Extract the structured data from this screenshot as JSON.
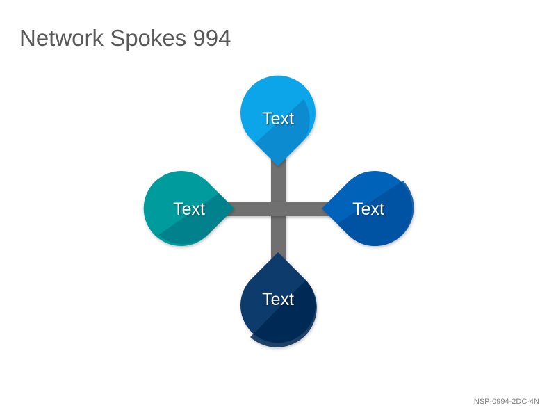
{
  "title": "Network Spokes 994",
  "code": "NSP-0994-2DC-4N",
  "nodes": {
    "top": {
      "label": "Text",
      "color_light": "#0ea5ea",
      "color_dark": "#0a86cc"
    },
    "left": {
      "label": "Text",
      "color_light": "#019b9c",
      "color_dark": "#017d88"
    },
    "right": {
      "label": "Text",
      "color_light": "#0563b9",
      "color_dark": "#044f9e"
    },
    "bottom": {
      "label": "Text",
      "color_light": "#0b3a6c",
      "color_dark": "#062a54"
    }
  },
  "connector_color": "#707070"
}
